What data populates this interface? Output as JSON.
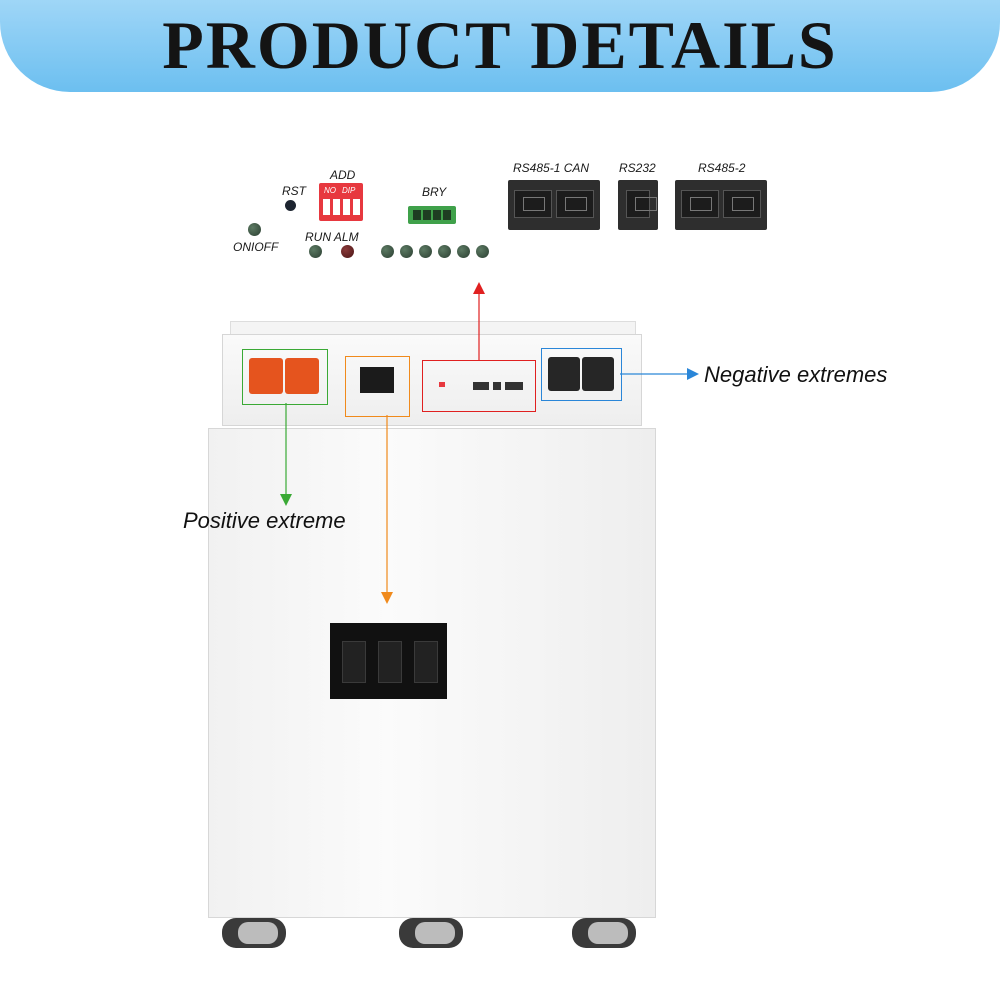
{
  "banner": {
    "title": "PRODUCT DETAILS"
  },
  "controls": {
    "rst": "RST",
    "add": "ADD",
    "dip_no": "NO",
    "dip_dip": "DIP",
    "onoff": "ONIOFF",
    "run_alm": "RUN ALM",
    "bry": "BRY"
  },
  "ports": {
    "rs485_1_can": "RS485-1  CAN",
    "rs232": "RS232",
    "rs485_2": "RS485-2"
  },
  "callouts": {
    "negative": "Negative extremes",
    "positive": "Positive extreme"
  },
  "colors": {
    "banner": "#6cbff0",
    "green_box": "#3aa935",
    "orange_box": "#f08a1c",
    "red_box": "#e02020",
    "blue_box": "#2a86d8",
    "terminal": "#e5541e"
  }
}
